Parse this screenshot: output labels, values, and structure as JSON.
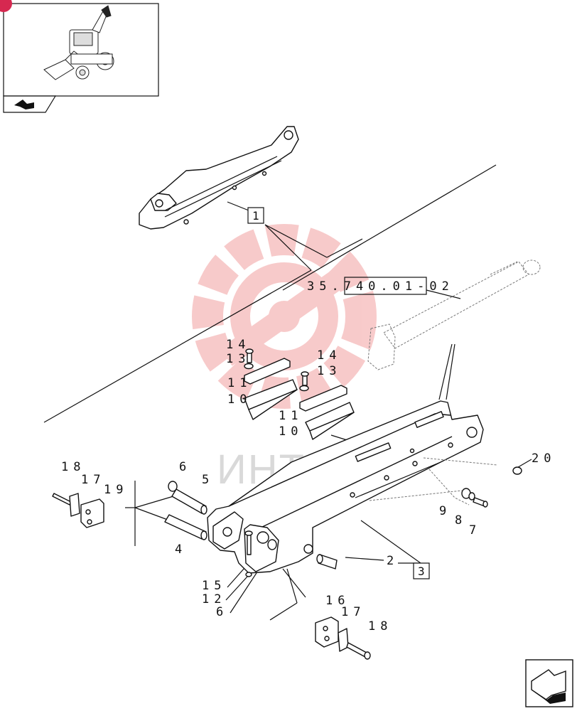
{
  "diagram_reference": "35.740.01-02",
  "reference_boxes": [
    "1",
    "3"
  ],
  "part_numbers": [
    "2",
    "4",
    "5",
    "6",
    "6",
    "7",
    "8",
    "9",
    "10",
    "10",
    "11",
    "11",
    "12",
    "13",
    "13",
    "14",
    "14",
    "15",
    "16",
    "17",
    "17",
    "18",
    "18",
    "19",
    "20"
  ],
  "watermark": {
    "text": "ИНТЕХ"
  },
  "icons": [
    "machine-thumbnail-icon",
    "return-arrow-icon",
    "next-page-arrow-icon"
  ],
  "colors": {
    "watermark": "#f2a0a0",
    "ink": "#111111"
  }
}
